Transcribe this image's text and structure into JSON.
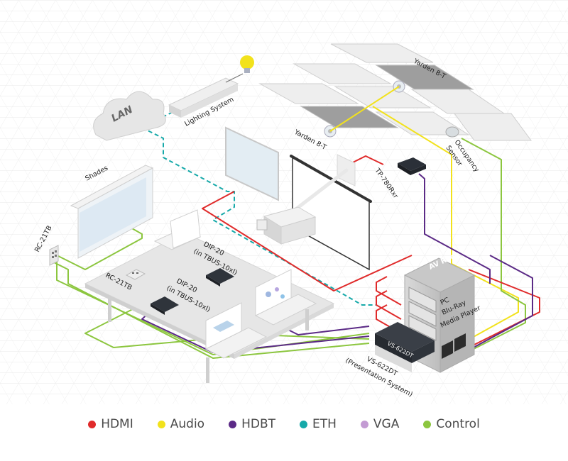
{
  "diagram": {
    "labels": {
      "lan": "LAN",
      "lighting_system": "Lighting System",
      "yarden_top": "Yarden 8-T",
      "yarden_left": "Yarden 8-T",
      "occupancy_sensor_1": "Occupancy",
      "occupancy_sensor_2": "Sensor",
      "tp_receiver": "TP-780Rxr",
      "shades": "Shades",
      "rc_wall": "RC-21TB",
      "rc_table": "RC-21TB",
      "dip_top_1": "DIP-20",
      "dip_top_2": "(in TBUS-10xl)",
      "dip_bottom_1": "DIP-20",
      "dip_bottom_2": "(in TBUS-10xl)",
      "av_rack": "AV Rack",
      "rack_pc": "PC",
      "rack_bluray": "Blu-Ray",
      "rack_media": "Media Player",
      "switcher_face": "VS-622DT",
      "switcher_1": "VS-622DT",
      "switcher_2": "(Presentation System)"
    }
  },
  "legend": [
    {
      "label": "HDMI",
      "color": "#e02b2b"
    },
    {
      "label": "Audio",
      "color": "#f2e21c"
    },
    {
      "label": "HDBT",
      "color": "#5b2a86"
    },
    {
      "label": "ETH",
      "color": "#16a9a9"
    },
    {
      "label": "VGA",
      "color": "#c39bd3"
    },
    {
      "label": "Control",
      "color": "#8cc63f"
    }
  ]
}
